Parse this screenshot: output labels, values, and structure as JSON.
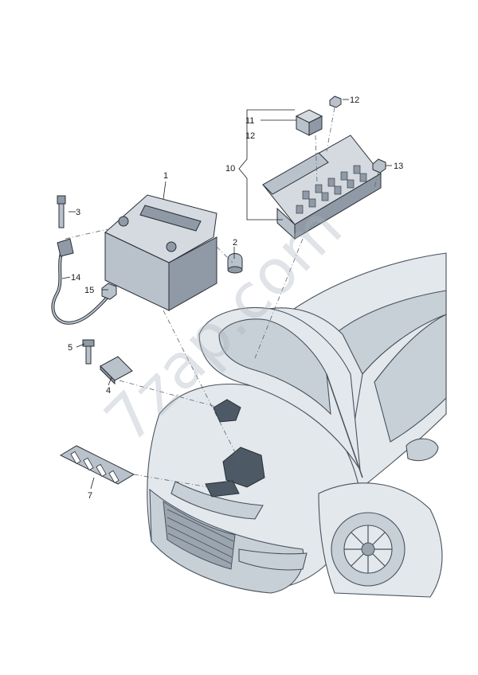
{
  "watermark": "7zap.com",
  "labels": {
    "p1": "1",
    "p2": "2",
    "p3": "3",
    "p4": "4",
    "p5": "5",
    "p7": "7",
    "p10": "10",
    "p11": "11",
    "p12a": "12",
    "p12b": "12",
    "p13": "13",
    "p14": "14",
    "p15": "15"
  },
  "colors": {
    "part_fill": "#b9c2cb",
    "car_body": "#e3e8ed",
    "highlight": "#4d5a66",
    "label": "#1a1a1a"
  }
}
